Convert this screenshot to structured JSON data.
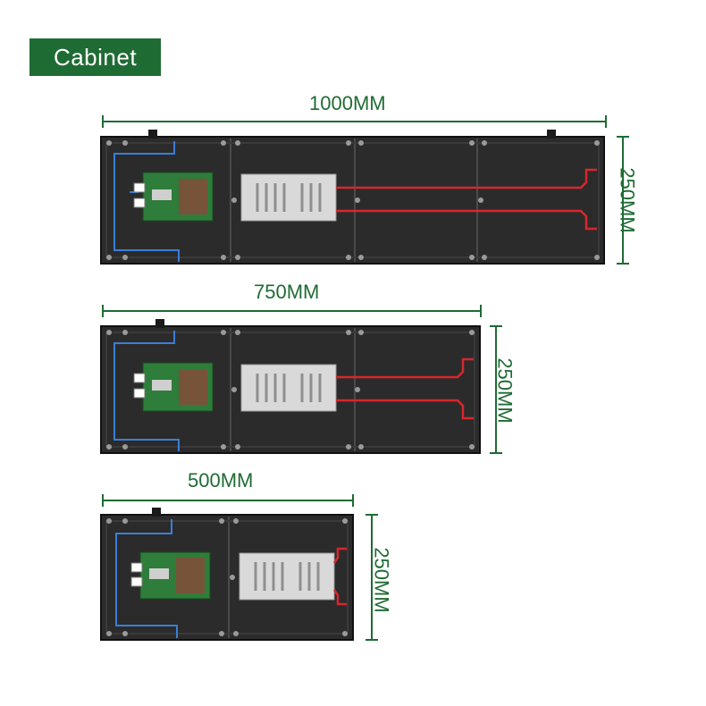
{
  "badge": {
    "label": "Cabinet",
    "color": "#1f6b34"
  },
  "cabinets": [
    {
      "width_label": "1000MM",
      "height_label": "250MM"
    },
    {
      "width_label": "750MM",
      "height_label": "250MM"
    },
    {
      "width_label": "500MM",
      "height_label": "250MM"
    }
  ],
  "colors": {
    "accent": "#1f6b34",
    "panel": "#2b2b2b",
    "cable_red": "#d8262c",
    "cable_blue": "#3a7fd6"
  }
}
